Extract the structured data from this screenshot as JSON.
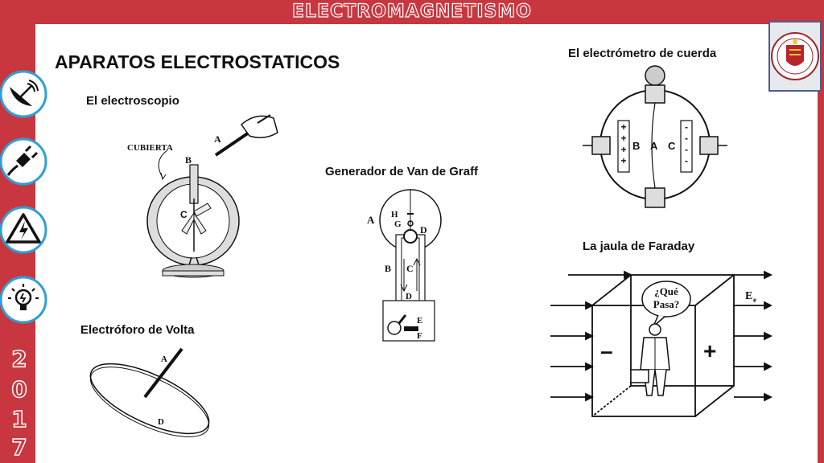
{
  "banner": {
    "title": "ELECTROMAGNETISMO"
  },
  "side": {
    "year_digits": [
      "2",
      "0",
      "1",
      "7"
    ]
  },
  "slide": {
    "title": "APARATOS ELECTROSTATICOS",
    "electroscopio": {
      "heading": "El electroscopio",
      "cubierta": "CUBIERTA",
      "a": "A",
      "b": "B",
      "c": "C"
    },
    "electroforo": {
      "heading": "Electróforo de Volta",
      "a": "A",
      "d": "D"
    },
    "vandegraff": {
      "heading": "Generador de Van de Graff",
      "a": "A",
      "b": "B",
      "c": "C",
      "d_top": "D",
      "d_bottom": "D",
      "e": "E",
      "f": "F",
      "g": "G",
      "h": "H"
    },
    "electrometro": {
      "heading": "El electrómetro de cuerda",
      "b": "B",
      "a": "A",
      "c": "C",
      "plus": "+",
      "minus": "-"
    },
    "faraday": {
      "heading": "La jaula de Faraday",
      "speech_line1": "¿Qué",
      "speech_line2": "Pasa?",
      "field_e": "E",
      "field_sub": "e",
      "minus": "–",
      "plus": "+"
    }
  },
  "colors": {
    "frame": "#c8373f",
    "ring": "#2e9fd8"
  }
}
